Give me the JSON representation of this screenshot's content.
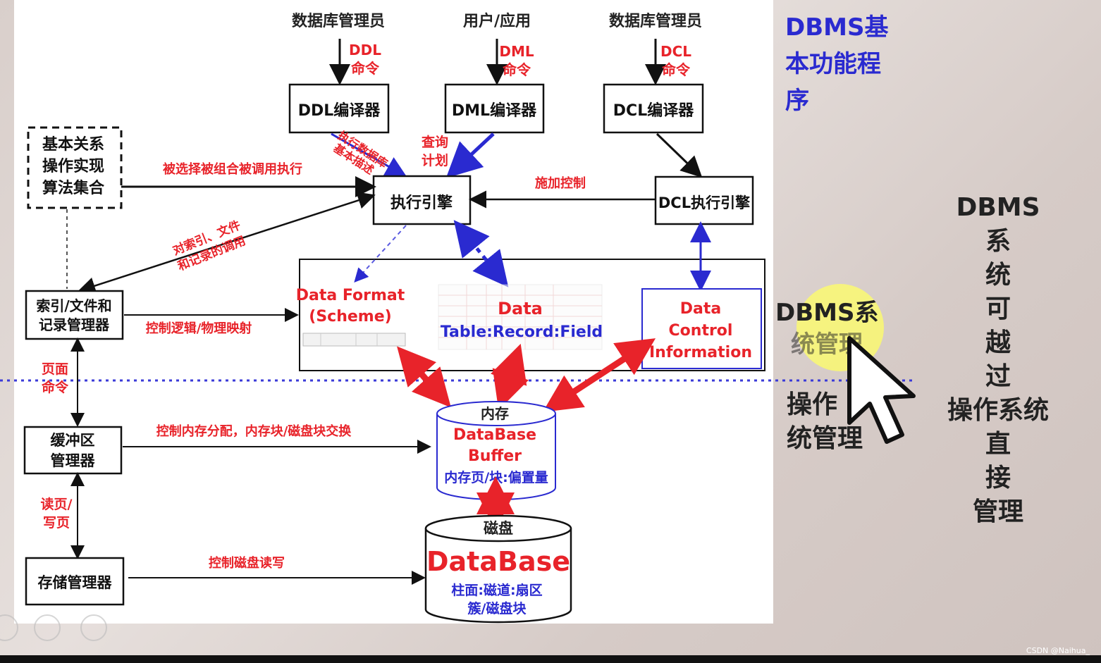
{
  "side_title": [
    "DBMS基",
    "本功能程",
    "序"
  ],
  "right_column": [
    "DBMS",
    "系",
    "统",
    "可",
    "越",
    "过",
    "操作系统",
    "直",
    "接",
    "管理"
  ],
  "highlight": {
    "line1": "DBMS系",
    "line2": "统管理"
  },
  "os_label": {
    "line1": "操作",
    "line2": "统管理"
  },
  "top_actors": {
    "dba_left": "数据库管理员",
    "user_app": "用户/应用",
    "dba_right": "数据库管理员"
  },
  "commands": {
    "ddl": [
      "DDL",
      "命令"
    ],
    "dml": [
      "DML",
      "命令"
    ],
    "dcl": [
      "DCL",
      "命令"
    ]
  },
  "compilers": {
    "ddl": "DDL编译器",
    "dml": "DML编译器",
    "dcl": "DCL编译器"
  },
  "exec_engine": "执行引擎",
  "dcl_engine": "DCL执行引擎",
  "algorithms_box": [
    "基本关系",
    "操作实现",
    "算法集合"
  ],
  "index_manager": [
    "索引/文件和",
    "记录管理器"
  ],
  "buffer_manager": [
    "缓冲区",
    "管理器"
  ],
  "storage_manager": "存储管理器",
  "arrow_labels": {
    "selected": "被选择被组合被调用执行",
    "exec_ddl": [
      "执行数据库",
      "基本描述"
    ],
    "query_plan": [
      "查询",
      "计划"
    ],
    "apply_control": "施加控制",
    "index_request": [
      "对索引、文件",
      "和记录的调用"
    ],
    "logic_physical": "控制逻辑/物理映射",
    "page_cmd": [
      "页面",
      "命令"
    ],
    "mem_alloc": "控制内存分配，内存块/磁盘块交换",
    "read_write_page": [
      "读页/",
      "写页"
    ],
    "disk_rw": "控制磁盘读写"
  },
  "data_format": [
    "Data Format",
    "(Scheme)"
  ],
  "data_box": {
    "title": "Data",
    "sub": "Table:Record:Field"
  },
  "data_control": [
    "Data",
    "Control",
    "Information"
  ],
  "buffer": {
    "top": "内存",
    "title1": "DataBase",
    "title2": "Buffer",
    "sub": "内存页/块:偏置量"
  },
  "database": {
    "top": "磁盘",
    "title": "DataBase",
    "sub1": "柱面:磁道:扇区",
    "sub2": "簇/磁盘块"
  },
  "watermark": "CSDN @Naihua_",
  "colors": {
    "red": "#e8232a",
    "blue": "#2a2ad0",
    "highlight": "#ffff66"
  }
}
